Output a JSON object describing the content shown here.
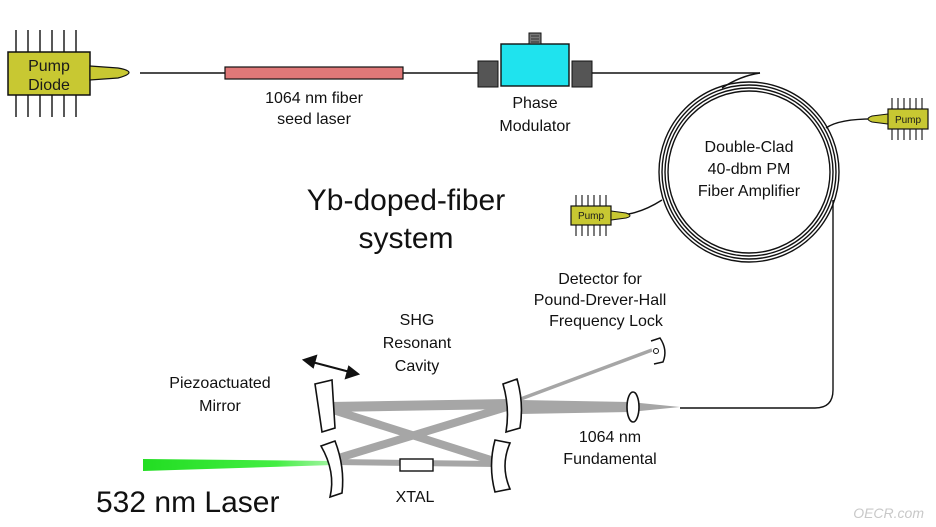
{
  "labels": {
    "pump_diode": [
      "Pump",
      "Diode"
    ],
    "seed_laser": [
      "1064 nm fiber",
      "seed laser"
    ],
    "phase_modulator": [
      "Phase",
      "Modulator"
    ],
    "amplifier": [
      "Double-Clad",
      "40-dbm PM",
      "Fiber Amplifier"
    ],
    "small_pump": "Pump",
    "system": [
      "Yb-doped-fiber",
      "system"
    ],
    "detector": [
      "Detector for",
      "Pound-Drever-Hall",
      "Frequency Lock"
    ],
    "cavity": [
      "SHG",
      "Resonant",
      "Cavity"
    ],
    "piezo_mirror": [
      "Piezoactuated",
      "Mirror"
    ],
    "fundamental": [
      "1064 nm",
      "Fundamental"
    ],
    "xtal": "XTAL",
    "output_laser": "532 nm Laser",
    "watermark": "OECR.com"
  },
  "colors": {
    "pump_fill": "#c8c832",
    "seed_fill": "#e07878",
    "modulator_fill": "#1fe3ee",
    "beam_gray": "#a6a6a6",
    "green_laser": "#33e533",
    "line": "#111111"
  }
}
